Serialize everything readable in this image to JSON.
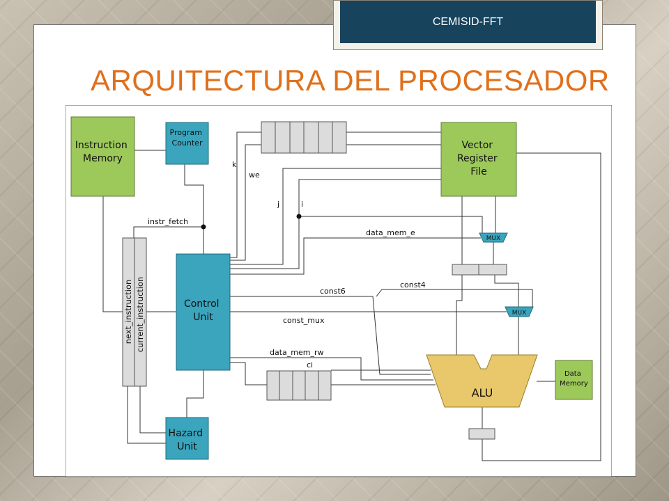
{
  "header": {
    "tag": "CEMISID-FFT",
    "title": "ARQUITECTURA DEL PROCESADOR"
  },
  "diagram": {
    "instruction_memory": "Instruction\nMemory",
    "program_counter": "Program\nCounter",
    "vector_register_file": "Vector\nRegister\nFile",
    "control_unit": "Control\nUnit",
    "hazard_unit": "Hazard\nUnit",
    "alu": "ALU",
    "data_memory": "Data\nMemory",
    "mux_top": "MUX",
    "mux_bottom": "MUX",
    "next_instruction": "next_instruction",
    "current_instruction": "current_instruction",
    "signals": {
      "instr_fetch": "instr_fetch",
      "k": "k",
      "we": "we",
      "j": "j",
      "i": "i",
      "data_mem_e": "data_mem_e",
      "const6": "const6",
      "const4": "const4",
      "const_mux": "const_mux",
      "data_mem_rw": "data_mem_rw",
      "ci": "ci"
    }
  },
  "colors": {
    "green_block": "#9dc85a",
    "blue_block": "#3aa5bd",
    "alu": "#e8c86a",
    "register": "#dcdcdc",
    "title": "#e0701c",
    "tag_bg": "#17435d"
  }
}
